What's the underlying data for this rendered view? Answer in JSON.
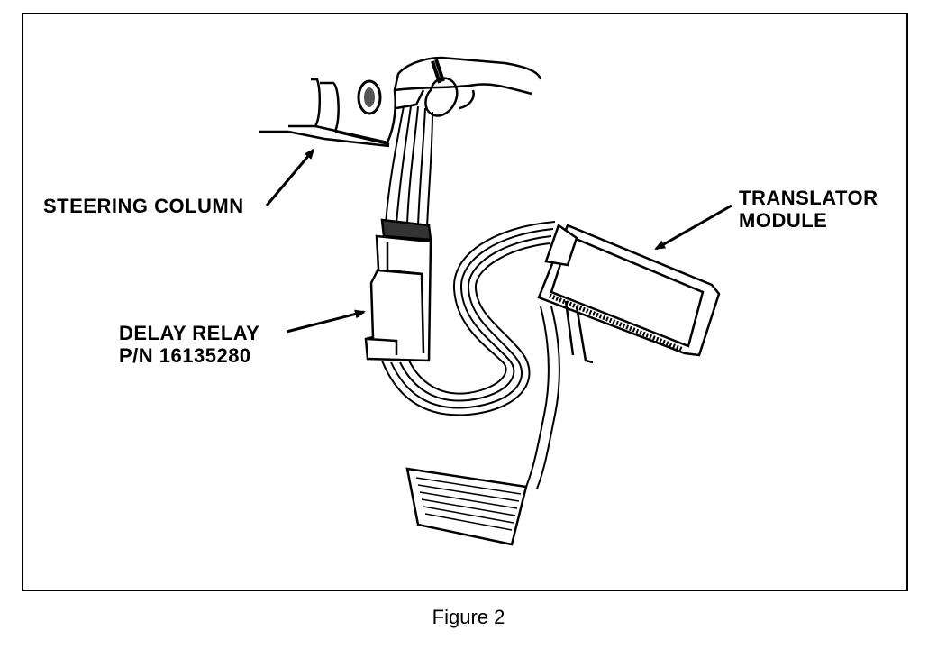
{
  "labels": {
    "steering_column": "STEERING COLUMN",
    "translator_module_line1": "TRANSLATOR",
    "translator_module_line2": "MODULE",
    "delay_relay_line1": "DELAY RELAY",
    "delay_relay_line2": "P/N 16135280"
  },
  "caption": "Figure 2"
}
